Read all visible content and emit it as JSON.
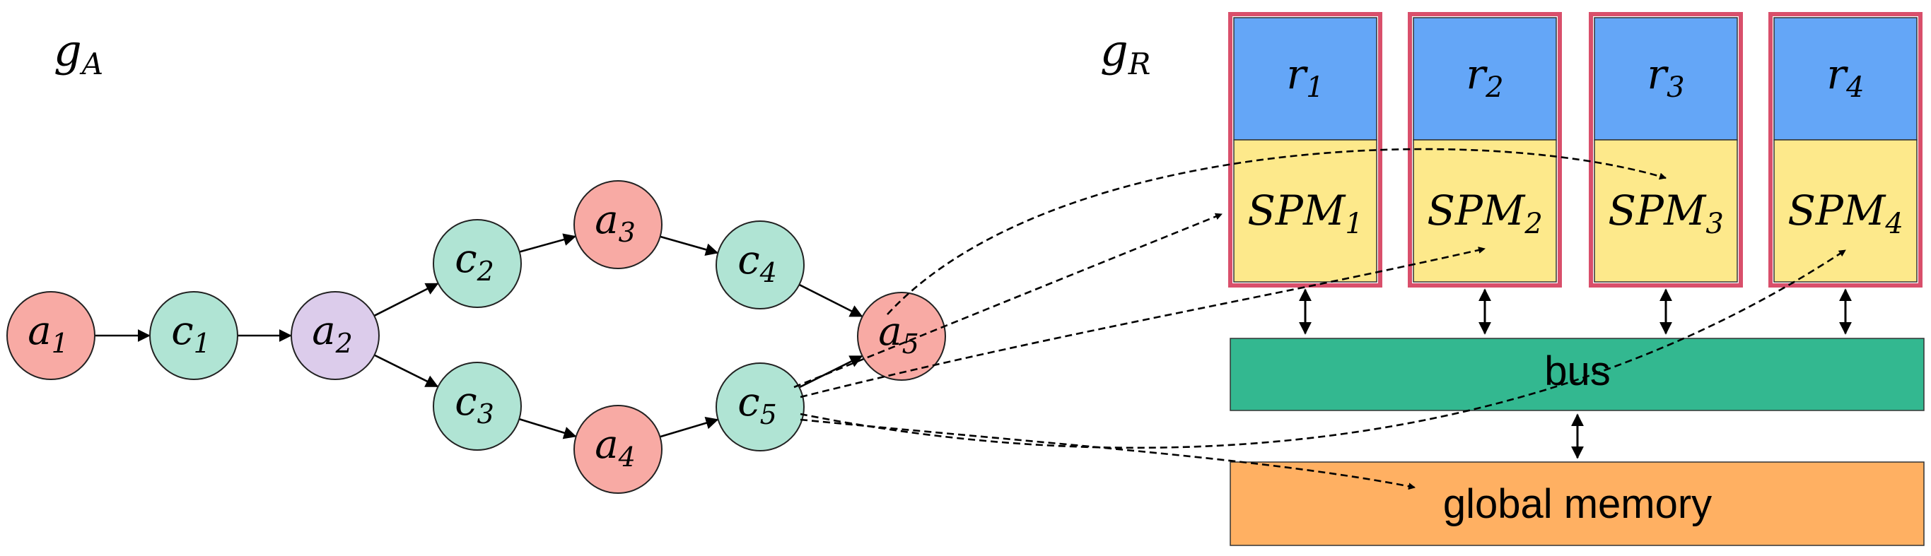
{
  "graph_labels": {
    "application": "g",
    "application_sub": "A",
    "resource": "g",
    "resource_sub": "R"
  },
  "colors": {
    "actor": "#f8aaa4",
    "channel": "#b0e4d4",
    "actor_special": "#dccceb",
    "processor_outline": "#d94f6b",
    "processor_top": "#64a6f7",
    "spm": "#fde98b",
    "bus": "#33b890",
    "memory": "#ffb062"
  },
  "nodes": [
    {
      "id": "a1",
      "base": "a",
      "sub": "1",
      "kind": "actor"
    },
    {
      "id": "c1",
      "base": "c",
      "sub": "1",
      "kind": "channel"
    },
    {
      "id": "a2",
      "base": "a",
      "sub": "2",
      "kind": "actor_special"
    },
    {
      "id": "c2",
      "base": "c",
      "sub": "2",
      "kind": "channel"
    },
    {
      "id": "c3",
      "base": "c",
      "sub": "3",
      "kind": "channel"
    },
    {
      "id": "a3",
      "base": "a",
      "sub": "3",
      "kind": "actor"
    },
    {
      "id": "a4",
      "base": "a",
      "sub": "4",
      "kind": "actor"
    },
    {
      "id": "c4",
      "base": "c",
      "sub": "4",
      "kind": "channel"
    },
    {
      "id": "c5",
      "base": "c",
      "sub": "5",
      "kind": "channel"
    },
    {
      "id": "a5",
      "base": "a",
      "sub": "5",
      "kind": "actor"
    }
  ],
  "edges": [
    {
      "from": "a1",
      "to": "c1"
    },
    {
      "from": "c1",
      "to": "a2"
    },
    {
      "from": "a2",
      "to": "c2"
    },
    {
      "from": "a2",
      "to": "c3"
    },
    {
      "from": "c2",
      "to": "a3"
    },
    {
      "from": "a3",
      "to": "c4"
    },
    {
      "from": "c3",
      "to": "a4"
    },
    {
      "from": "a4",
      "to": "c5"
    },
    {
      "from": "c4",
      "to": "a5"
    },
    {
      "from": "c5",
      "to": "a5"
    }
  ],
  "processors": [
    {
      "id": "r1",
      "base": "r",
      "sub": "1",
      "spm_base": "SPM",
      "spm_sub": "1"
    },
    {
      "id": "r2",
      "base": "r",
      "sub": "2",
      "spm_base": "SPM",
      "spm_sub": "2"
    },
    {
      "id": "r3",
      "base": "r",
      "sub": "3",
      "spm_base": "SPM",
      "spm_sub": "3"
    },
    {
      "id": "r4",
      "base": "r",
      "sub": "4",
      "spm_base": "SPM",
      "spm_sub": "4"
    }
  ],
  "bus_label": "bus",
  "memory_label": "global memory",
  "mappings": [
    {
      "from": "a5",
      "to": "SPM3"
    },
    {
      "from": "c5",
      "to": "SPM1"
    },
    {
      "from": "c5",
      "to": "SPM2"
    },
    {
      "from": "c5",
      "to": "SPM4"
    },
    {
      "from": "c5",
      "to": "global memory"
    }
  ]
}
